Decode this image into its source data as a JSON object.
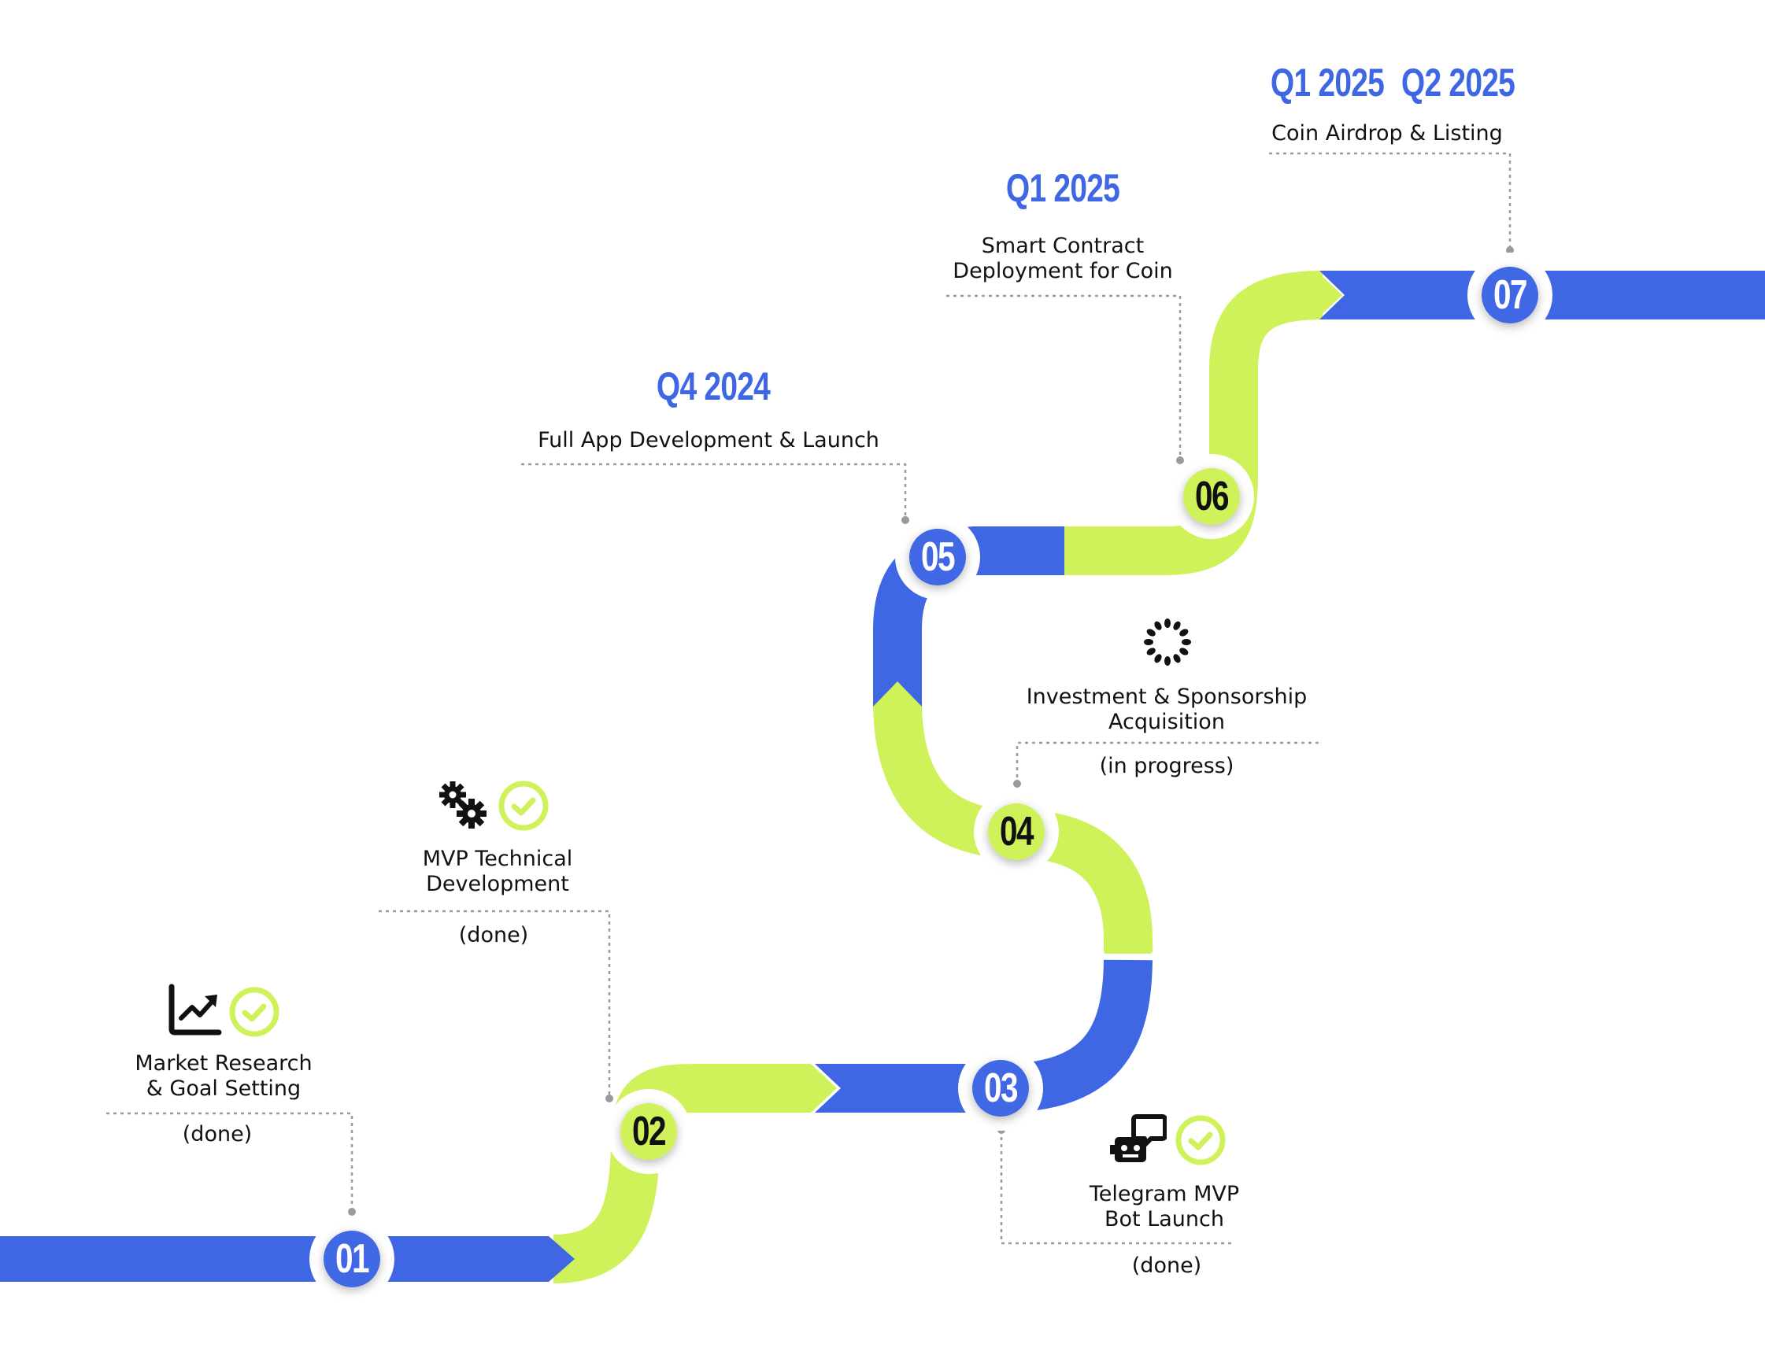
{
  "colors": {
    "blue": "#3F67E4",
    "lime": "#CFF15A",
    "text": "#111111",
    "connector": "#9a9a9a"
  },
  "milestones": [
    {
      "number": "01",
      "title_lines": [
        "Market Research",
        "& Goal Setting"
      ],
      "status": "(done)",
      "icon": "trend-chart-icon",
      "done": true
    },
    {
      "number": "02",
      "title_lines": [
        "MVP Technical",
        "Development"
      ],
      "status": "(done)",
      "icon": "gears-icon",
      "done": true
    },
    {
      "number": "03",
      "title_lines": [
        "Telegram MVP",
        "Bot Launch"
      ],
      "status": "(done)",
      "icon": "chat-bot-icon",
      "done": true
    },
    {
      "number": "04",
      "title_lines": [
        "Investment & Sponsorship",
        "Acquisition"
      ],
      "status": "(in progress)",
      "icon": "loading-spinner-icon",
      "done": false
    },
    {
      "number": "05",
      "title_lines": [
        "Full App Development & Launch"
      ],
      "date": "Q4 2024"
    },
    {
      "number": "06",
      "title_lines": [
        "Smart Contract",
        "Deployment for Coin"
      ],
      "date": "Q1 2025"
    },
    {
      "number": "07",
      "title_lines": [
        "Coin Airdrop & Listing"
      ],
      "dates": [
        "Q1 2025",
        "Q2 2025"
      ]
    }
  ]
}
